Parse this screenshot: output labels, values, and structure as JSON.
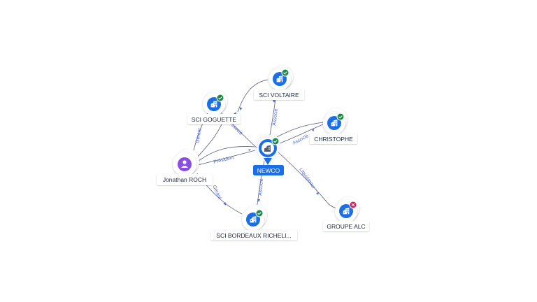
{
  "colors": {
    "company": "#1a6ee6",
    "person": "#8a4fe0",
    "ok_badge": "#1b8a4a",
    "ko_badge": "#d81b4f",
    "edge": "#5a5f7a",
    "edge_label": "#4f6bd8"
  },
  "center": {
    "label": "NEWCO",
    "icon": "building-icon",
    "status": "ok"
  },
  "nodes": {
    "voltaire": {
      "label": "SCI VOLTAIRE",
      "icon": "building-icon",
      "status": "ok"
    },
    "goguette": {
      "label": "SCI GOGUETTE",
      "icon": "building-icon",
      "status": "ok"
    },
    "christophe": {
      "label": "CHRISTOPHE",
      "icon": "building-icon",
      "status": "ok"
    },
    "jonathan": {
      "label": "Jonathan ROCH",
      "icon": "person-icon",
      "status": ""
    },
    "bordeaux": {
      "label": "SCI BORDEAUX RICHELI...",
      "icon": "building-icon",
      "status": "ok"
    },
    "alc": {
      "label": "GROUPE ALC",
      "icon": "building-icon",
      "status": "ko"
    }
  },
  "edges": {
    "voltaire_newco": "Associé",
    "goguette_newco": "Associé",
    "christophe_newco": "Associé",
    "jonathan_newco": "Président",
    "jonathan_goguette": "Gérant",
    "jonathan_bordeaux": "Gérant",
    "bordeaux_newco": "Associé",
    "newco_alc": "Liquidateur"
  }
}
